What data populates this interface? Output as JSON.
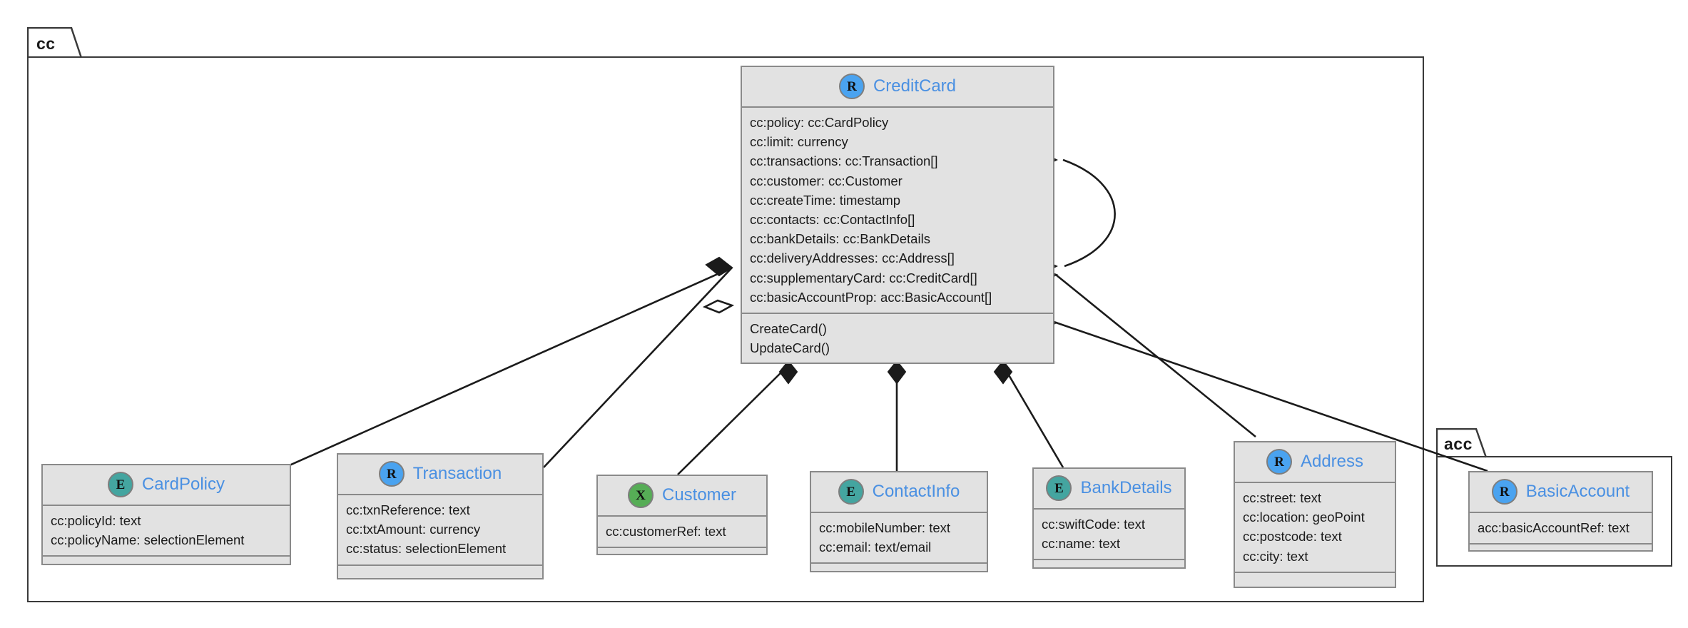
{
  "diagram": {
    "type": "uml-class-diagram",
    "background": "#ffffff",
    "colors": {
      "class_fill": "#e2e2e2",
      "class_border": "#8a8a8a",
      "class_name": "#4a90e2",
      "package_border": "#3a3a3a",
      "stereotype_R": "#4aa3f0",
      "stereotype_E": "#44a5a0",
      "stereotype_X": "#56ad56",
      "connector": "#1b1b1b"
    }
  },
  "packages": [
    {
      "id": "cc",
      "name": "cc"
    },
    {
      "id": "acc",
      "name": "acc"
    }
  ],
  "classes": [
    {
      "id": "creditcard",
      "name": "CreditCard",
      "stereotype": "R",
      "package": "cc",
      "attributes": [
        "cc:policy: cc:CardPolicy",
        "cc:limit: currency",
        "cc:transactions: cc:Transaction[]",
        "cc:customer: cc:Customer",
        "cc:createTime: timestamp",
        "cc:contacts: cc:ContactInfo[]",
        "cc:bankDetails: cc:BankDetails",
        "cc:deliveryAddresses: cc:Address[]",
        "cc:supplementaryCard: cc:CreditCard[]",
        "cc:basicAccountProp: acc:BasicAccount[]"
      ],
      "operations": [
        "CreateCard()",
        "UpdateCard()"
      ]
    },
    {
      "id": "cardpolicy",
      "name": "CardPolicy",
      "stereotype": "E",
      "package": "cc",
      "attributes": [
        "cc:policyId: text",
        "cc:policyName: selectionElement"
      ],
      "operations": []
    },
    {
      "id": "transaction",
      "name": "Transaction",
      "stereotype": "R",
      "package": "cc",
      "attributes": [
        "cc:txnReference: text",
        "cc:txtAmount: currency",
        "cc:status: selectionElement"
      ],
      "operations": []
    },
    {
      "id": "customer",
      "name": "Customer",
      "stereotype": "X",
      "package": "cc",
      "attributes": [
        "cc:customerRef: text"
      ],
      "operations": []
    },
    {
      "id": "contactinfo",
      "name": "ContactInfo",
      "stereotype": "E",
      "package": "cc",
      "attributes": [
        "cc:mobileNumber: text",
        "cc:email: text/email"
      ],
      "operations": []
    },
    {
      "id": "bankdetails",
      "name": "BankDetails",
      "stereotype": "E",
      "package": "cc",
      "attributes": [
        "cc:swiftCode: text",
        "cc:name: text"
      ],
      "operations": []
    },
    {
      "id": "address",
      "name": "Address",
      "stereotype": "R",
      "package": "cc",
      "attributes": [
        "cc:street: text",
        "cc:location: geoPoint",
        "cc:postcode: text",
        "cc:city: text"
      ],
      "operations": []
    },
    {
      "id": "basicaccount",
      "name": "BasicAccount",
      "stereotype": "R",
      "package": "acc",
      "attributes": [
        "acc:basicAccountRef: text"
      ],
      "operations": []
    }
  ],
  "relationships": [
    {
      "from": "creditcard",
      "to": "cardpolicy",
      "kind": "composition"
    },
    {
      "from": "creditcard",
      "to": "transaction",
      "kind": "composition"
    },
    {
      "from": "creditcard",
      "to": "customer",
      "kind": "composition"
    },
    {
      "from": "creditcard",
      "to": "contactinfo",
      "kind": "composition"
    },
    {
      "from": "creditcard",
      "to": "bankdetails",
      "kind": "composition"
    },
    {
      "from": "creditcard",
      "to": "address",
      "kind": "aggregation"
    },
    {
      "from": "creditcard",
      "to": "basicaccount",
      "kind": "aggregation"
    },
    {
      "from": "creditcard",
      "to": "creditcard",
      "kind": "aggregation",
      "note": "self-association (supplementaryCard)"
    }
  ]
}
